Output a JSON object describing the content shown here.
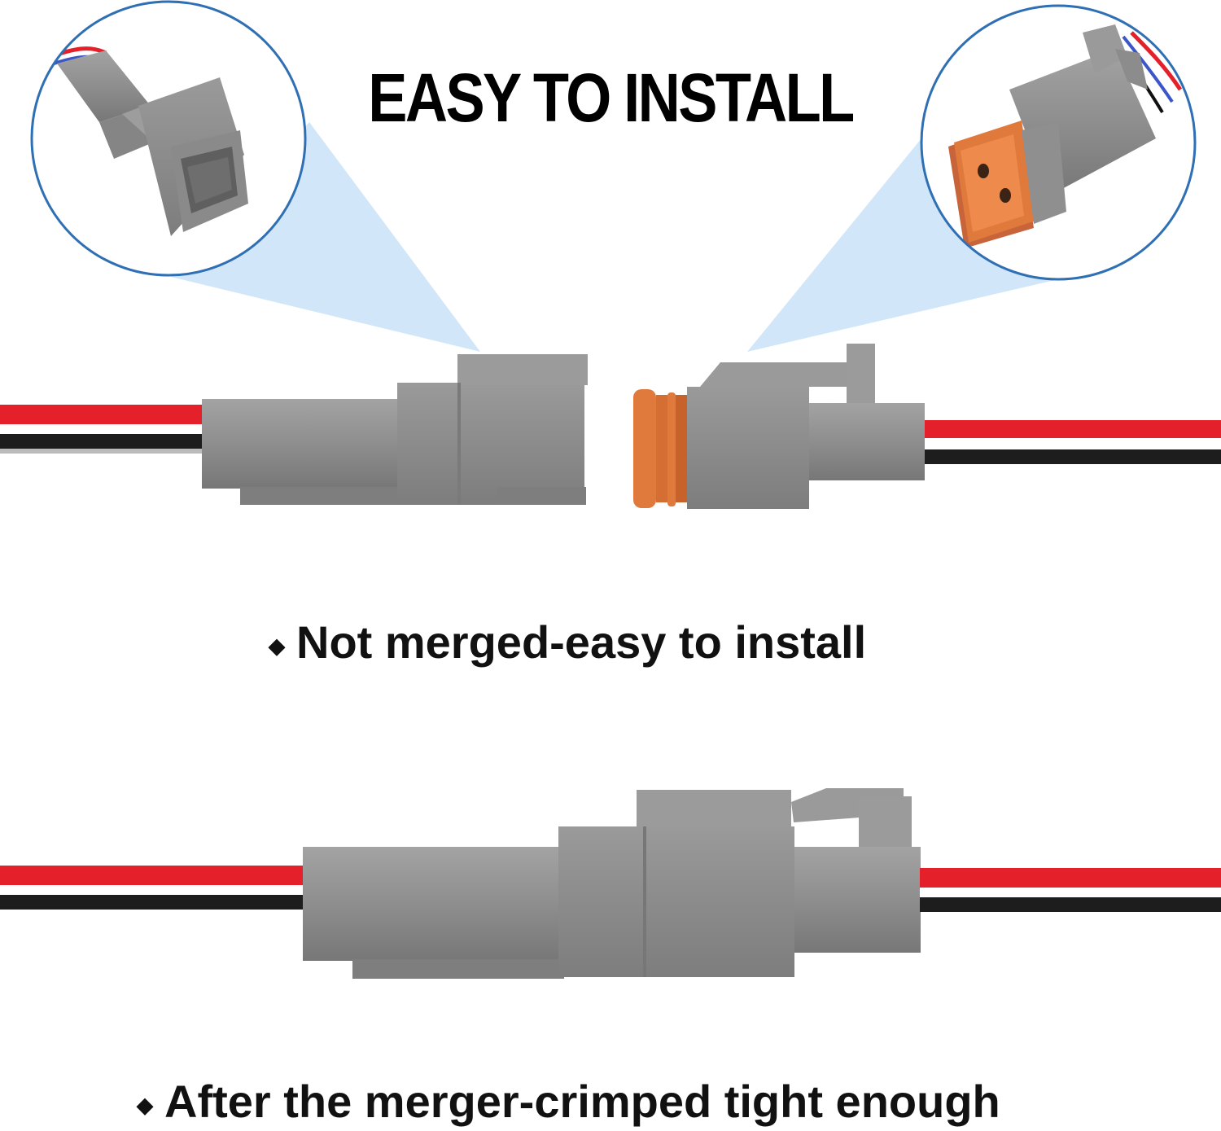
{
  "headline": "EASY TO INSTALL",
  "captions": {
    "bullet": "◆",
    "unmated": "Not merged-easy to install",
    "mated": "After the merger-crimped tight enough"
  },
  "colors": {
    "housing_gray": "#8f8f8f",
    "seal_orange": "#e07a3c",
    "wire_red": "#e4202a",
    "wire_black": "#1d1d1d",
    "callout_blue": "#c9e2f7",
    "circle_border": "#2f6fb3"
  },
  "icons": {
    "male_connector": "dt-2pin-receptacle",
    "female_connector": "dt-2pin-plug-orange-seal"
  }
}
